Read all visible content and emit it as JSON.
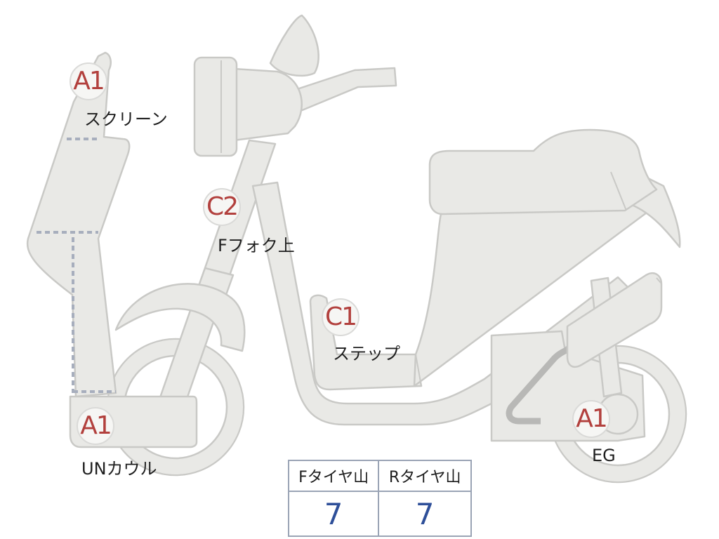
{
  "colors": {
    "part_fill": "#e9e9e6",
    "part_outline": "#c9c9c6",
    "dashed_boundary": "#a7aebd",
    "badge_text": "#b2403d",
    "value_text": "#2e4f99"
  },
  "markers": [
    {
      "code": "A1",
      "label": "スクリーン"
    },
    {
      "code": "C2",
      "label": "Fフォク上"
    },
    {
      "code": "C1",
      "label": "ステップ"
    },
    {
      "code": "A1",
      "label": "UNカウル"
    },
    {
      "code": "A1",
      "label": "EG"
    }
  ],
  "tread_table": {
    "headers": [
      "Fタイヤ山",
      "Rタイヤ山"
    ],
    "values": [
      "7",
      "7"
    ]
  }
}
